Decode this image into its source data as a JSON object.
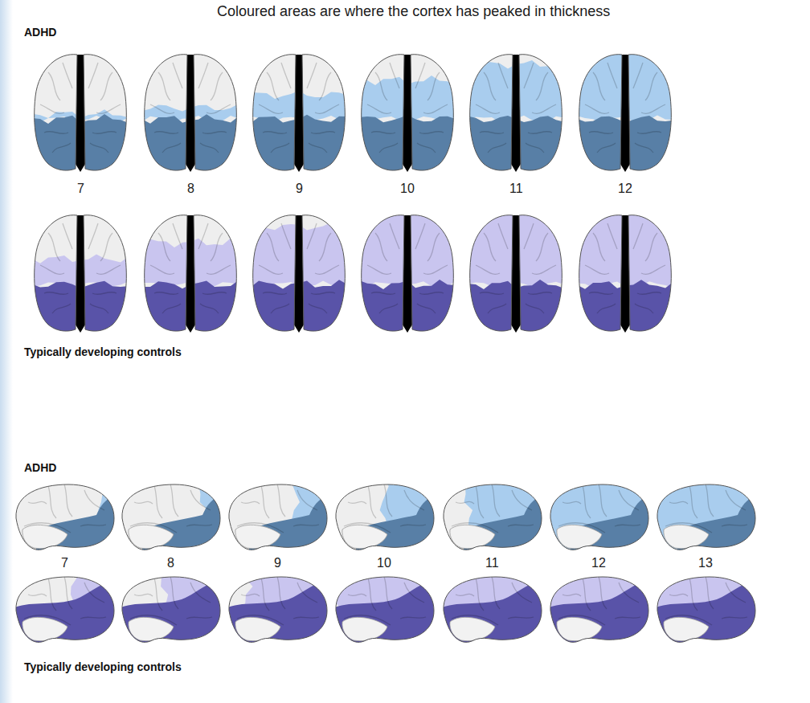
{
  "diagram": {
    "title": "Coloured areas are where the cortex has peaked in thickness",
    "labels": [
      "ADHD",
      "7",
      "8",
      "9",
      "10",
      "11",
      "12",
      "Typically developing controls",
      "ADHD",
      "7",
      "8",
      "9",
      "10",
      "11",
      "12",
      "13",
      "Typically developing controls"
    ]
  }
}
